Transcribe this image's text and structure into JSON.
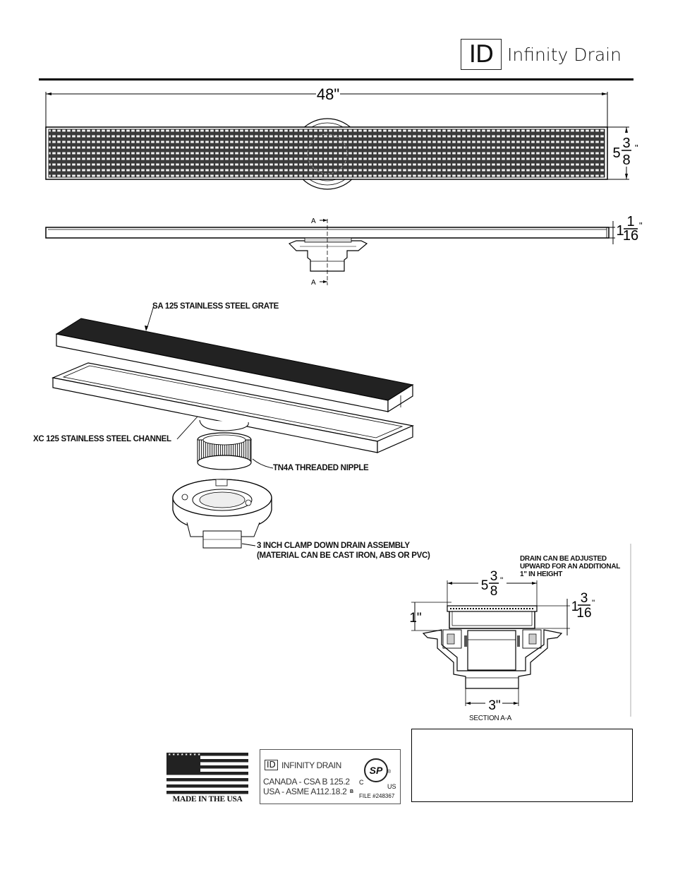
{
  "brand": {
    "logo_mark": "ID",
    "name": "Infinity Drain"
  },
  "dims": {
    "length": "48\"",
    "width_whole": "5",
    "width_num": "3",
    "width_den": "8",
    "inch": "\"",
    "height_whole": "1",
    "height_num": "1",
    "height_den": "16",
    "sec_width_whole": "5",
    "sec_width_num": "3",
    "sec_width_den": "8",
    "sec_height_whole": "1",
    "sec_height_num": "3",
    "sec_height_den": "16",
    "adjust": "1\"",
    "pipe": "3\""
  },
  "section_marker": "A",
  "labels": {
    "grate": "SA 125 STAINLESS STEEL GRATE",
    "channel": "XC 125 STAINLESS STEEL CHANNEL",
    "nipple": "TN4A THREADED NIPPLE",
    "drain_line1": "3 INCH CLAMP DOWN DRAIN ASSEMBLY",
    "drain_line2": "(MATERIAL CAN BE CAST IRON, ABS OR PVC)",
    "adjust_line1": "DRAIN CAN BE ADJUSTED",
    "adjust_line2": "UPWARD FOR AN ADDITIONAL",
    "adjust_line3": "1\" IN HEIGHT",
    "section": "SECTION A-A"
  },
  "badges": {
    "made_in_usa": "MADE IN THE USA",
    "cert_brand_mark": "ID",
    "cert_brand": "INFINITY DRAIN",
    "canada": "CANADA - CSA B 125.2",
    "usa": "USA - ASME A112.18.2",
    "csa_mark": "SP",
    "csa_reg": "®",
    "csa_c": "C",
    "csa_us": "US",
    "csa_b": "B",
    "file": "FILE #248367"
  }
}
